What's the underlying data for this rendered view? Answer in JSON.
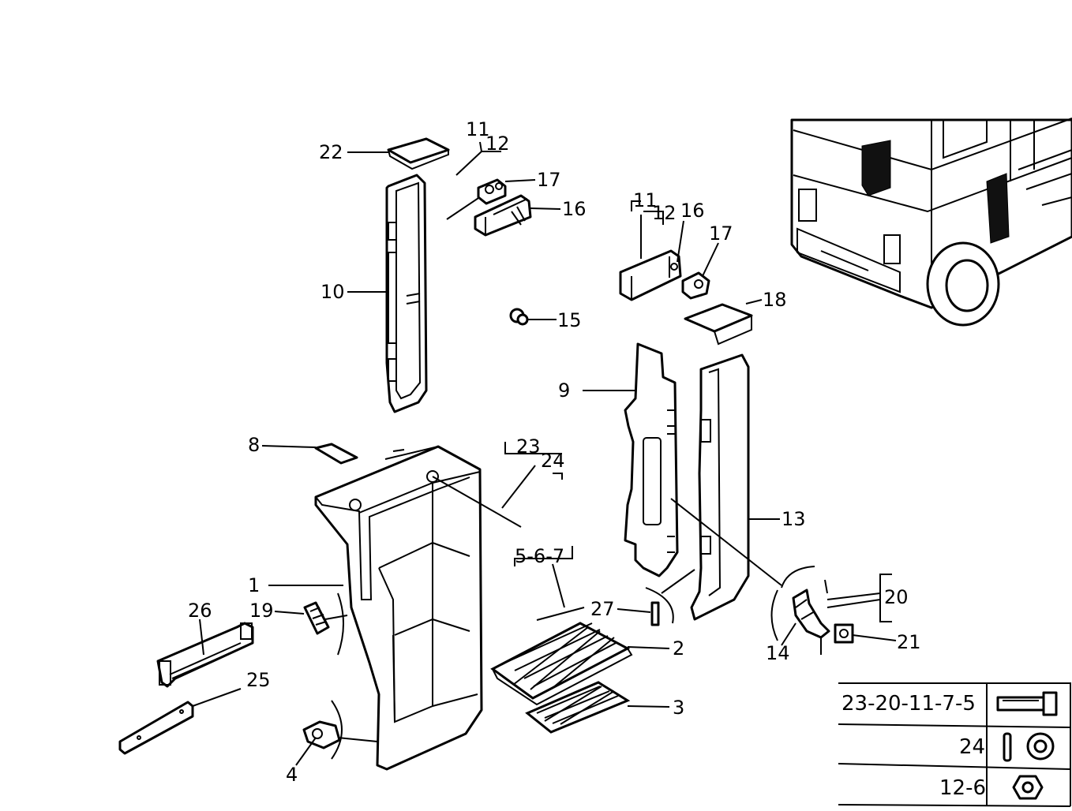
{
  "callouts": {
    "c1": "1",
    "c2": "2",
    "c3": "3",
    "c4": "4",
    "c5_6_7": "5-6-7",
    "c8": "8",
    "c9": "9",
    "c10": "10",
    "c11_12_a": "11",
    "c11_12_b": "12",
    "c11_12_c": "11",
    "c11_12_d": "12",
    "c13": "13",
    "c14": "14",
    "c15": "15",
    "c16_a": "16",
    "c16_b": "16",
    "c17_a": "17",
    "c17_b": "17",
    "c18": "18",
    "c19": "19",
    "c20": "20",
    "c21": "21",
    "c22": "22",
    "c23_24_a": "23",
    "c23_24_b": "24",
    "c25": "25",
    "c26": "26",
    "c27": "27"
  },
  "legend": {
    "rows": [
      {
        "label": "23-20-11-7-5",
        "icon": "bolt-icon"
      },
      {
        "label": "24",
        "icon": "washer-icon"
      },
      {
        "label": "12-6",
        "icon": "nut-icon"
      }
    ]
  }
}
